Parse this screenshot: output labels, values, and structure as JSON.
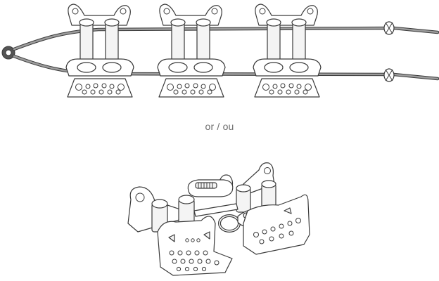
{
  "figure": {
    "separator_text": "or / ou",
    "top_illustration": "pulley-units-on-rope",
    "bottom_illustration": "pulley-units-connected-by-carabiner"
  }
}
